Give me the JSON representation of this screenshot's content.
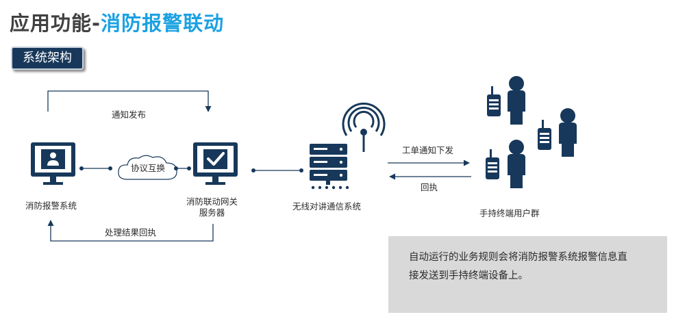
{
  "title": {
    "main": "应用功能",
    "separator": "-",
    "accent": "消防报警联动"
  },
  "section_tag": "系统架构",
  "colors": {
    "navy": "#17385a",
    "accent": "#1ba1e2",
    "box_bg": "#d9d9d9"
  },
  "nodes": {
    "alarm_system": "消防报警系统",
    "gateway_line1": "消防联动网关",
    "gateway_line2": "服务器",
    "wireless_system": "无线对讲通信系统",
    "users": "手持终端用户群",
    "protocol_cloud": "协议互换"
  },
  "flows": {
    "notify_publish": "通知发布",
    "result_reply": "处理结果回执",
    "work_order": "工单通知下发",
    "reply": "回执"
  },
  "info_box": {
    "line1": "自动运行的业务规则会将消防报警系统报警信息直",
    "line2": "接发送到手持终端设备上。"
  }
}
